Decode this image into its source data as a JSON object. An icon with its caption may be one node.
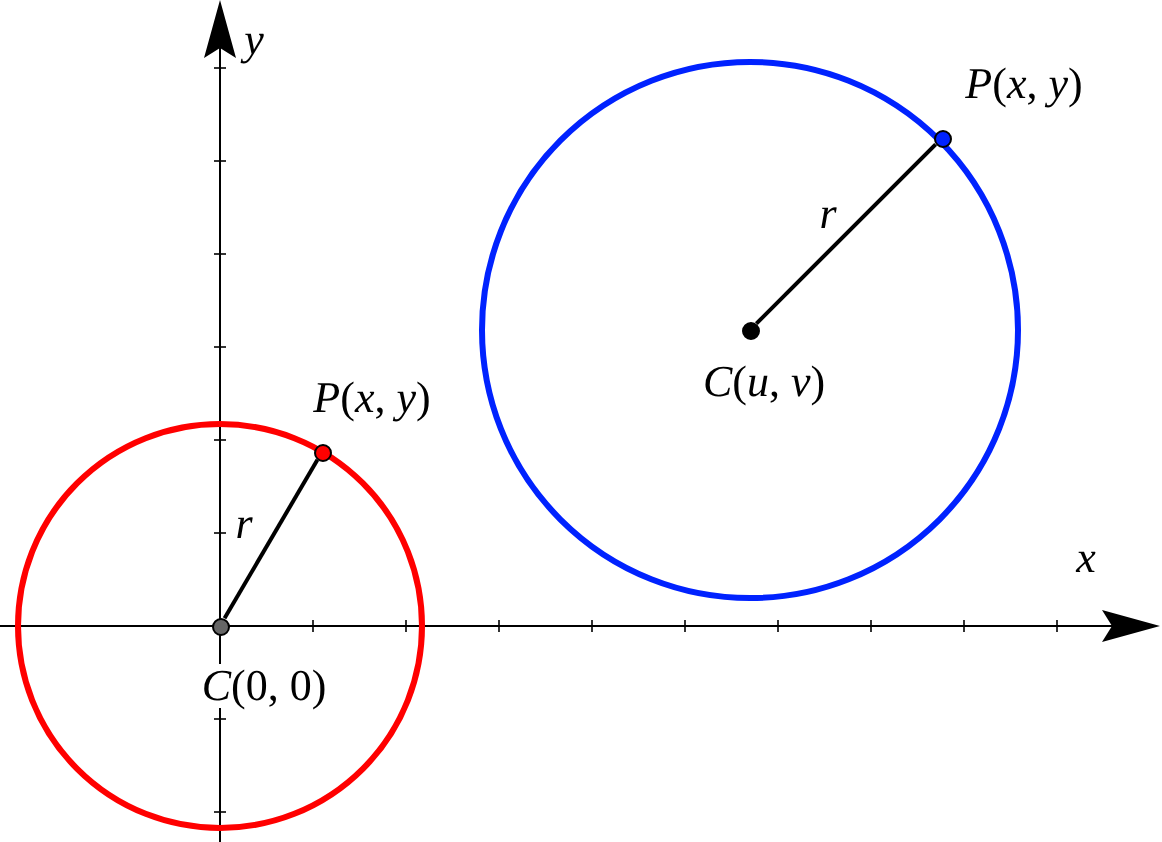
{
  "diagram": {
    "nodes": [
      {
        "text": [],
        "shape": "circle",
        "beside": [
          "*C*(0, 0)"
        ]
      },
      {
        "text": [],
        "shape": "circle",
        "beside": [
          "*P*(*x*, *y*)"
        ]
      },
      {
        "text": [],
        "shape": "circle",
        "beside": [
          "*C*(*u*, *v*)"
        ]
      },
      {
        "text": [],
        "shape": "circle",
        "beside": [
          "*P*(*x*, *y*)"
        ]
      }
    ],
    "edges": [
      {
        "from": 0,
        "to": 1,
        "arrow": "none",
        "label": "r"
      },
      {
        "from": 2,
        "to": 3,
        "arrow": "none",
        "label": "r"
      }
    ],
    "labels": [
      "y",
      "x"
    ]
  }
}
